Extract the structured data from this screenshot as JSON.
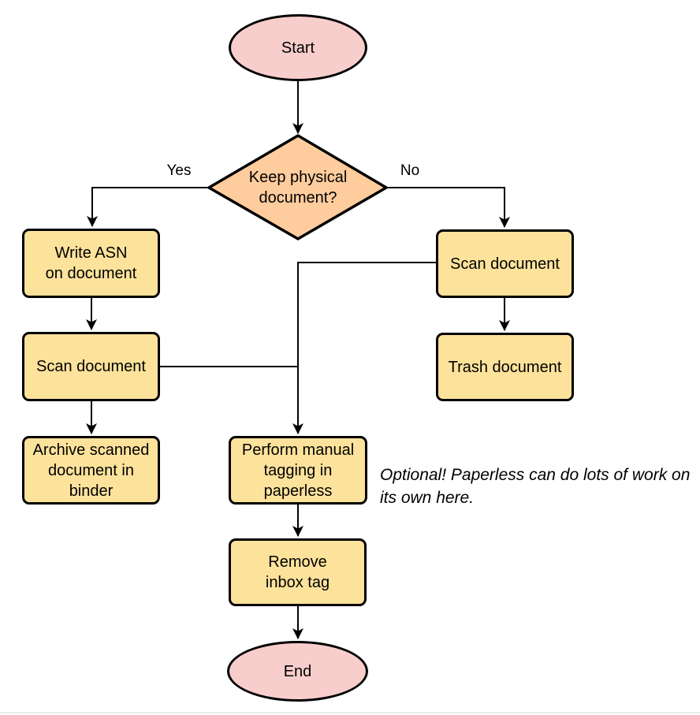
{
  "diagram": {
    "type": "flowchart",
    "nodes": {
      "start": {
        "label": "Start",
        "shape": "ellipse",
        "fill": "#F8CECC"
      },
      "decision": {
        "label": "Keep physical\ndocument?",
        "shape": "diamond",
        "fill": "#FFCC9E"
      },
      "write_asn": {
        "label": "Write ASN\non document",
        "shape": "process",
        "fill": "#FDE29B"
      },
      "scan_left": {
        "label": "Scan document",
        "shape": "process",
        "fill": "#FDE29B"
      },
      "archive": {
        "label": "Archive scanned\ndocument in\nbinder",
        "shape": "process",
        "fill": "#FDE29B"
      },
      "scan_right": {
        "label": "Scan document",
        "shape": "process",
        "fill": "#FDE29B"
      },
      "trash": {
        "label": "Trash document",
        "shape": "process",
        "fill": "#FDE29B"
      },
      "tagging": {
        "label": "Perform manual\ntagging in\npaperless",
        "shape": "process",
        "fill": "#FDE29B"
      },
      "remove_inbox": {
        "label": "Remove\ninbox tag",
        "shape": "process",
        "fill": "#FDE29B"
      },
      "end": {
        "label": "End",
        "shape": "ellipse",
        "fill": "#F8CECC"
      }
    },
    "edge_labels": {
      "yes": "Yes",
      "no": "No"
    },
    "edges": [
      {
        "from": "start",
        "to": "decision"
      },
      {
        "from": "decision",
        "to": "write_asn",
        "label": "Yes"
      },
      {
        "from": "decision",
        "to": "scan_right",
        "label": "No"
      },
      {
        "from": "write_asn",
        "to": "scan_left"
      },
      {
        "from": "scan_left",
        "to": "archive"
      },
      {
        "from": "scan_right",
        "to": "trash"
      },
      {
        "from": "scan_right",
        "to": "tagging"
      },
      {
        "from": "scan_left",
        "to": "tagging"
      },
      {
        "from": "tagging",
        "to": "remove_inbox"
      },
      {
        "from": "remove_inbox",
        "to": "end"
      }
    ],
    "annotation": "Optional! Paperless can do lots of work on\nits own here.",
    "colors": {
      "terminal_fill": "#F8CECC",
      "decision_fill": "#FFCC9E",
      "process_fill": "#FDE29B",
      "stroke": "#000000",
      "annotation_text": "#000000"
    }
  }
}
